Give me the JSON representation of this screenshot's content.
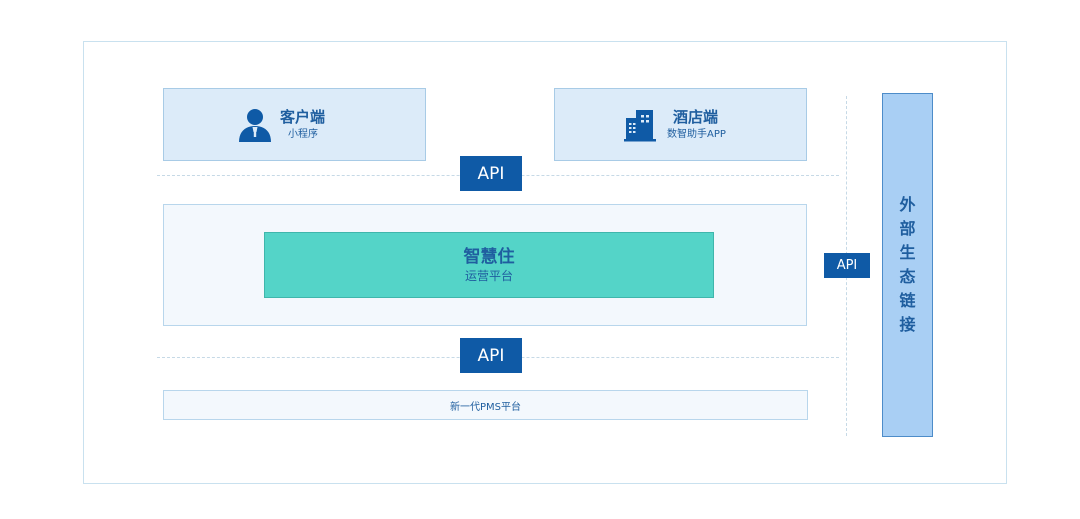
{
  "client": {
    "title": "客户端",
    "subtitle": "小程序",
    "icon": "user-icon"
  },
  "hotel": {
    "title": "酒店端",
    "subtitle": "数智助手APP",
    "icon": "building-icon"
  },
  "api_top": "API",
  "api_bottom": "API",
  "api_side": "API",
  "core": {
    "title": "智慧住",
    "subtitle": "运营平台"
  },
  "pms": {
    "label": "新一代PMS平台"
  },
  "external": {
    "chars": [
      "外",
      "部",
      "生",
      "态",
      "链",
      "接"
    ]
  },
  "colors": {
    "primary": "#0f5aa6",
    "accent": "#54d4c8",
    "card": "#dcebf9",
    "external": "#a9cff4",
    "text": "#1f5e9f"
  }
}
